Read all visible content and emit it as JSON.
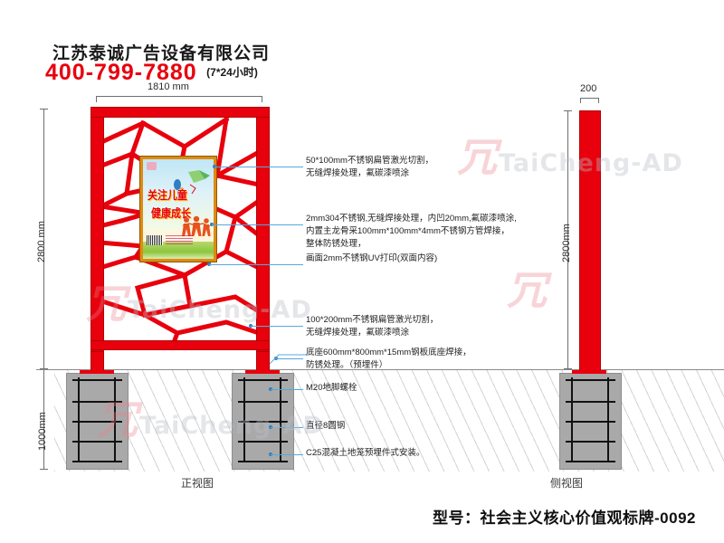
{
  "header": {
    "company": "江苏泰诚广告设备有限公司",
    "phone": "400-799-7880",
    "hours": "(7*24小时)"
  },
  "watermark": {
    "mark": "冗",
    "text": "TaiCheng-AD"
  },
  "dimensions": {
    "front_width": "1810 mm",
    "front_height": "2800 mm",
    "front_foundation_depth": "1000mm",
    "side_width": "200",
    "side_height": "2800mm"
  },
  "poster": {
    "line1": "关注儿童",
    "line2": "健康成长"
  },
  "annotations": [
    {
      "id": "frame-tube",
      "lines": [
        "50*100mm不锈钢扁管激光切割，",
        "无缝焊接处理，氟碳漆喷涂"
      ]
    },
    {
      "id": "light-box",
      "lines": [
        "2mm304不锈钢,无缝焊接处理，内凹20mm,氟碳漆喷涂,",
        "内置主龙骨采100mm*100mm*4mm不锈钢方管焊接，",
        "整体防锈处理，"
      ]
    },
    {
      "id": "picture-print",
      "lines": [
        "画面2mm不锈钢UV打印(双面内容)"
      ]
    },
    {
      "id": "base-tube",
      "lines": [
        "100*200mm不锈钢扁管激光切割，",
        "无缝焊接处理，氟碳漆喷涂"
      ]
    },
    {
      "id": "base-plate",
      "lines": [
        "底座600mm*800mm*15mm钢板底座焊接，",
        "防锈处理。（预埋件）"
      ]
    },
    {
      "id": "anchor-bolt",
      "lines": [
        "M20地脚螺栓"
      ]
    },
    {
      "id": "round-steel",
      "lines": [
        "直径8圆钢"
      ]
    },
    {
      "id": "concrete",
      "lines": [
        "C25混凝土地笼预埋件式安装。"
      ]
    }
  ],
  "views": {
    "front": "正视图",
    "side": "侧视图"
  },
  "footer": {
    "model_label": "型号：社会主义核心价值观标牌-0092"
  },
  "colors": {
    "frame_red": "#e8000d",
    "leader_blue": "#56a8e0",
    "ground_gray": "#cfd4d8",
    "footing_gray": "#a9a9a9"
  }
}
